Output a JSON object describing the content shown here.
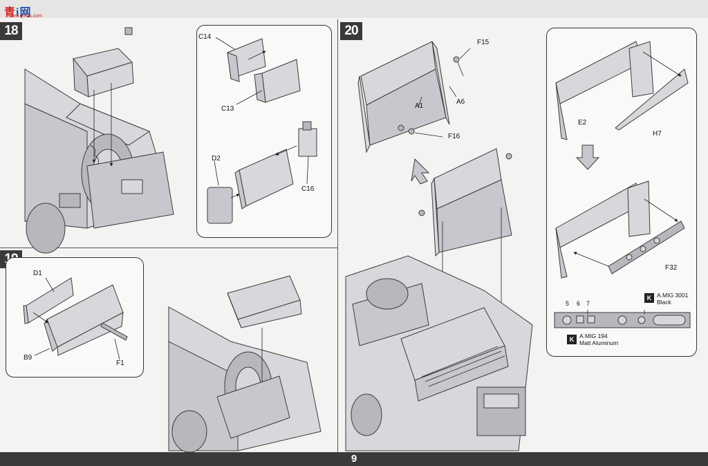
{
  "watermark": {
    "logo_red": "青",
    "logo_blue": "网",
    "logo_extra": "i",
    "url": "www.qhms.com"
  },
  "page_number": "9",
  "steps": [
    {
      "number": "18",
      "labels": [
        "C14",
        "C13",
        "D2",
        "C16"
      ]
    },
    {
      "number": "19",
      "labels": [
        "D1",
        "B9",
        "F1"
      ]
    },
    {
      "number": "20",
      "labels": [
        "F15",
        "A1",
        "A6",
        "F16",
        "E2",
        "H7",
        "F32"
      ]
    }
  ],
  "paints": [
    {
      "code": "A.MIG 3001",
      "name": "Black"
    },
    {
      "code": "A.MIG 194",
      "name": "Matt Aluminum"
    }
  ],
  "paint_markers": [
    "5",
    "6",
    "7"
  ],
  "colors": {
    "badge": "#3a3a3a",
    "footer": "#3a3a3a",
    "part": "#d8d7db"
  }
}
